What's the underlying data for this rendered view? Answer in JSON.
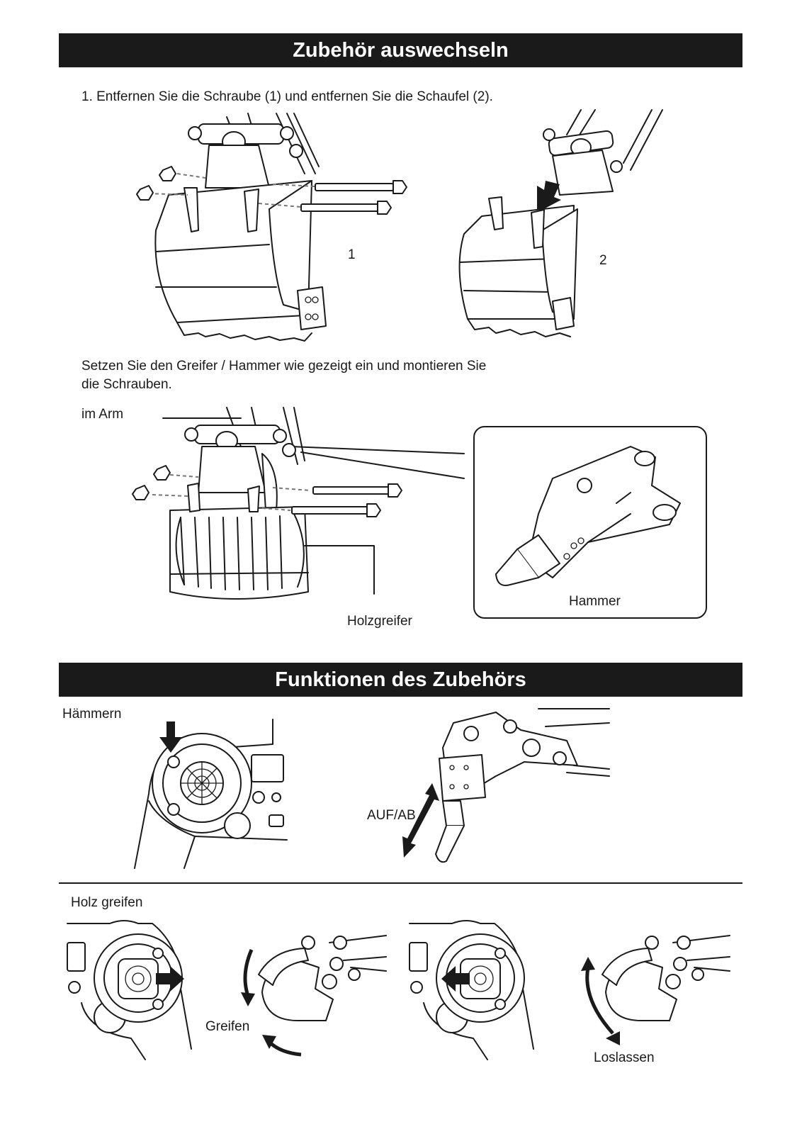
{
  "sections": {
    "replace": {
      "title": "Zubehör auswechseln"
    },
    "functions": {
      "title": "Funktionen des Zubehörs"
    }
  },
  "steps": {
    "step1": "1. Entfernen Sie die Schraube (1) und entfernen Sie die Schaufel (2).",
    "insert_line1": "Setzen Sie den Greifer / Hammer wie gezeigt ein und montieren Sie",
    "insert_line2": "die Schrauben."
  },
  "labels": {
    "num1": "1",
    "num2": "2",
    "im_arm": "im Arm",
    "hammer": "Hammer",
    "holzgreifer": "Holzgreifer",
    "haemmern": "Hämmern",
    "auf_ab": "AUF/AB",
    "holz_greifen": "Holz greifen",
    "greifen": "Greifen",
    "loslassen": "Loslassen"
  },
  "colors": {
    "ink": "#1a1a1a",
    "banner_bg": "#1a1a1a",
    "banner_text": "#ffffff",
    "dashed": "#777777"
  },
  "icons": [
    "arrow-down-icon",
    "arrow-right-icon",
    "arrow-left-icon",
    "double-arrow-icon",
    "curved-arrow-icon"
  ]
}
